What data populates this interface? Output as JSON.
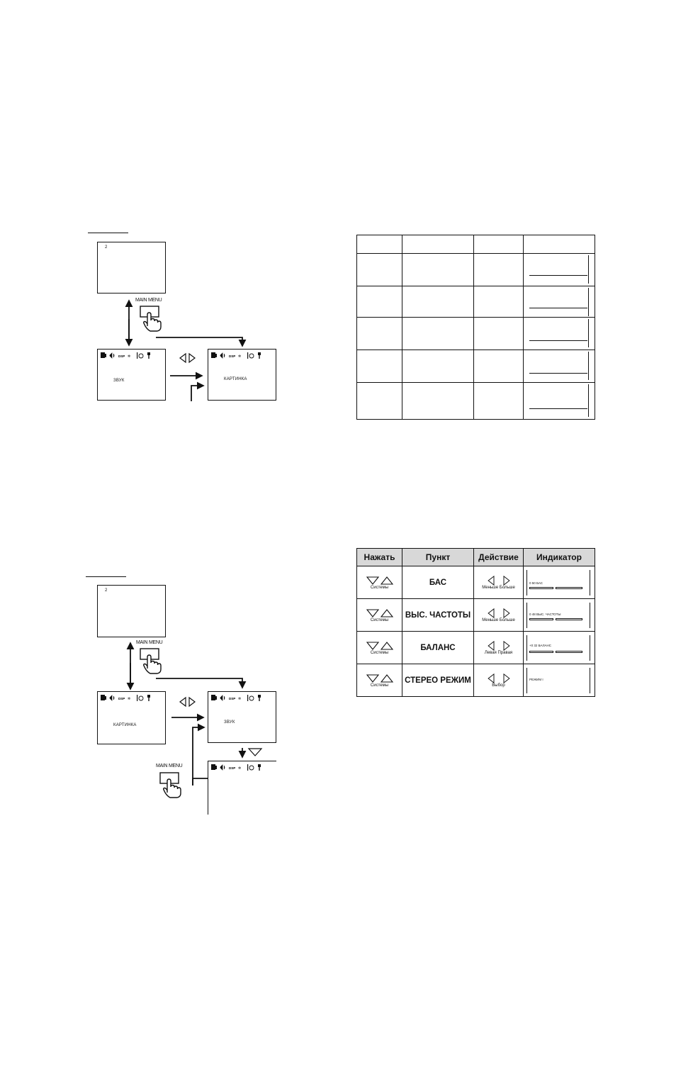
{
  "diagram1": {
    "top_screen_number": "2",
    "main_menu_label": "MAIN MENU",
    "left_screen_label": "ЗВУК",
    "right_screen_label": "КАРТИНКА"
  },
  "diagram2": {
    "top_screen_number": "2",
    "main_menu_label": "MAIN MENU",
    "left_screen_label": "КАРТИНКА",
    "right_screen_label": "ЗВУК",
    "main_menu_label_2": "MAIN MENU"
  },
  "table2": {
    "headers": [
      "Нажать",
      "Пункт",
      "Действие",
      "Индикатор"
    ],
    "rows": [
      {
        "press": "Системы",
        "item": "БАС",
        "action_left": "Меньше",
        "action_right": "Больше",
        "indicator": "0 50 БАС"
      },
      {
        "press": "Системы",
        "item": "ВЫС. ЧАСТОТЫ",
        "action_left": "Меньше",
        "action_right": "Больше",
        "indicator": "0 48 ВЫС. ЧАСТОТЫ"
      },
      {
        "press": "Системы",
        "item": "БАЛАНС",
        "action_left": "Левая",
        "action_right": "Правая",
        "indicator": "+0 32 БАЛАНС"
      },
      {
        "press": "Системы",
        "item": "СТЕРЕО РЕЖИМ",
        "action_left": "Выбор",
        "action_right": "",
        "indicator": "РЕЖИМ I"
      }
    ]
  }
}
